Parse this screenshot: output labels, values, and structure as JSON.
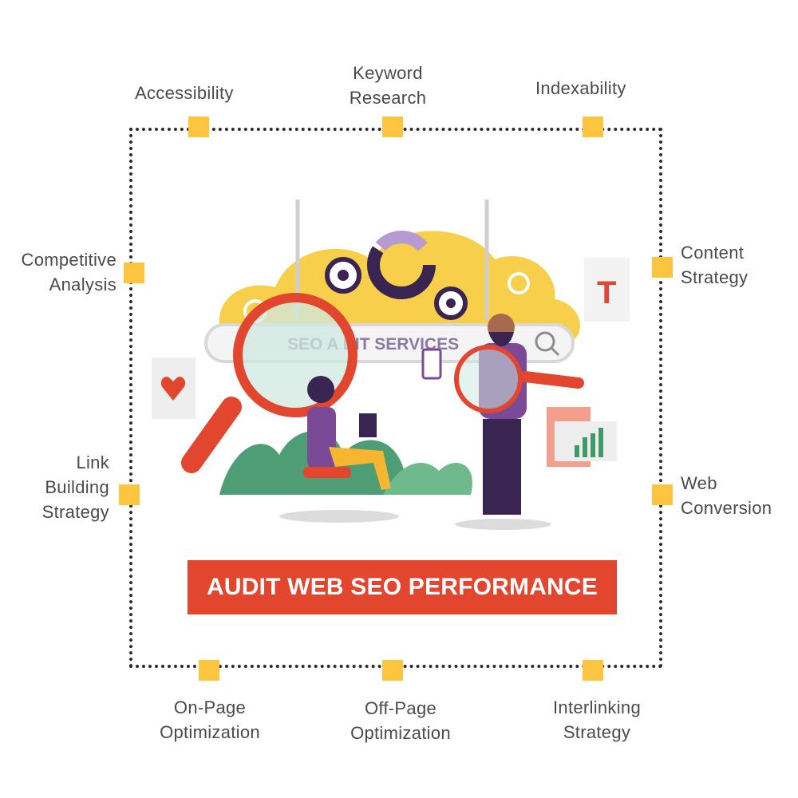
{
  "diagram": {
    "banner": "AUDIT WEB SEO PERFORMANCE",
    "search_text": "SEO  A DIT SERVICES",
    "doc_letter": "T",
    "labels": {
      "accessibility": "Accessibility",
      "keyword_research": "Keyword\nResearch",
      "indexability": "Indexability",
      "competitive_analysis": "Competitive\nAnalysis",
      "content_strategy": "Content\nStrategy",
      "link_building_strategy": "Link\nBuilding\nStrategy",
      "web_conversion": "Web\nConversion",
      "on_page_optimization": "On-Page\nOptimization",
      "off_page_optimization": "Off-Page\nOptimization",
      "interlinking_strategy": "Interlinking\nStrategy"
    },
    "colors": {
      "node": "#fcc43f",
      "banner": "#e2462e",
      "frame": "#2b2b2b",
      "cloud": "#f7cf4a",
      "purple": "#7b4a96",
      "green": "#3f9a6a"
    },
    "icons": [
      "magnifier-icon",
      "heart-document-icon",
      "text-document-icon",
      "chart-document-icon",
      "gear-icon",
      "search-icon"
    ]
  }
}
